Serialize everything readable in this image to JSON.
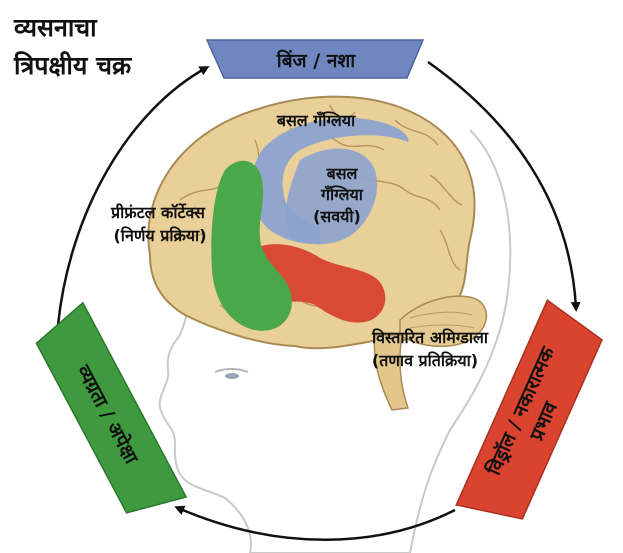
{
  "title": {
    "line1": "व्यसनाचा",
    "line2": "त्रिपक्षीय चक्र"
  },
  "stages": {
    "binge": {
      "label": "बिंज / नशा",
      "color": "#6f86c0"
    },
    "withdrawal": {
      "label_line1": "विड्रॉल / नकारात्मक",
      "label_line2": "प्रभाव",
      "color": "#d9432f"
    },
    "preoccupation": {
      "label": "व्यग्रता / अपेक्षा",
      "color": "#3f9a3f"
    }
  },
  "regions": {
    "basal_outer": "बसल गॅंग्लिया",
    "basal_inner_line1": "बसल",
    "basal_inner_line2": "गॅंग्लिया",
    "basal_inner_line3": "(सवयी)",
    "prefrontal_line1": "प्रीफ्रंटल कॉर्टेक्स",
    "prefrontal_line2": "(निर्णय प्रक्रिया)",
    "amygdala_line1": "विस्तारित अमिग्डाला",
    "amygdala_line2": "(तणाव प्रतिक्रिया)"
  },
  "colors": {
    "brain": "#e9cf98",
    "brain_outline": "#a88a55",
    "prefrontal": "#4aa84a",
    "basal": "#8da3cf",
    "amygdala": "#d94a34",
    "cycle_line": "#111111"
  }
}
